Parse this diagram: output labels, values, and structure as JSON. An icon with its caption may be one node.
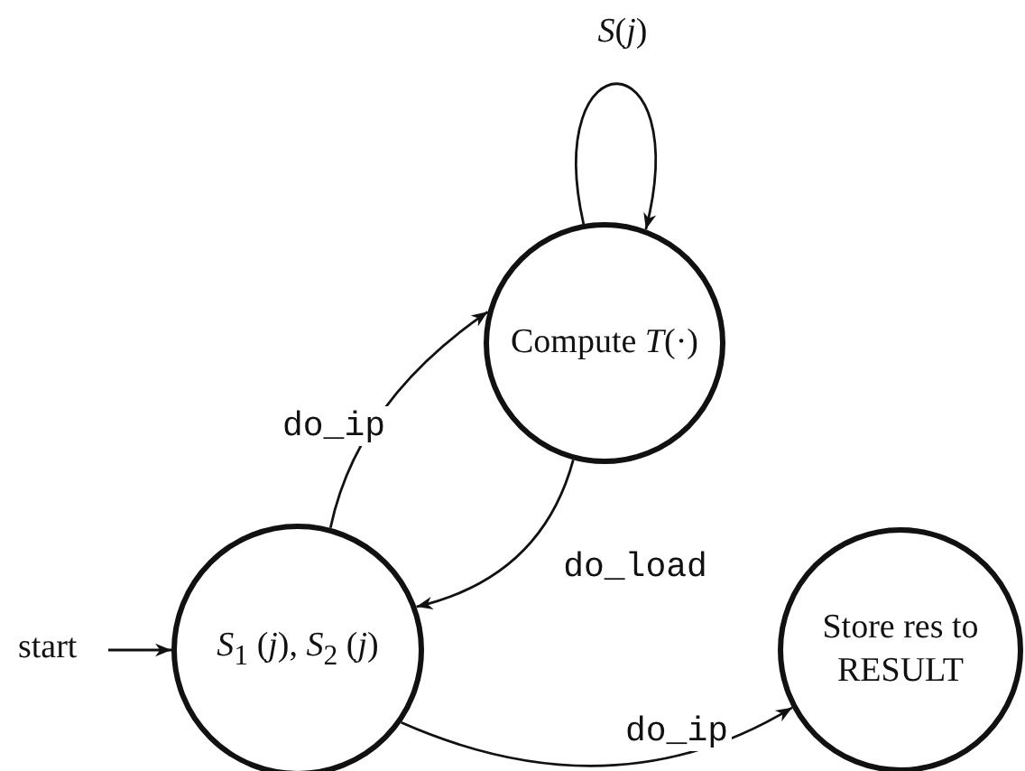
{
  "diagram": {
    "nodes": [
      {
        "text": [
          "Compute *T*(·)"
        ]
      },
      {
        "text": [
          "start"
        ]
      },
      {
        "text": [
          "*S*$_{1}$ (*j*), *S*$_{2}$ (*j*)"
        ]
      },
      {
        "text": [
          "Store res to RESULT"
        ]
      }
    ],
    "edges": [
      {
        "from": 0,
        "to": 0,
        "arrow": "to",
        "label": "*S*(*j*)"
      },
      {
        "from": 2,
        "to": 0,
        "arrow": "to",
        "label": "do_ip"
      },
      {
        "from": 0,
        "to": 2,
        "arrow": "to",
        "label": "do_load"
      },
      {
        "from": 1,
        "to": 2,
        "arrow": "to"
      },
      {
        "from": 2,
        "to": 3,
        "arrow": "to",
        "label": "do_ip"
      }
    ]
  }
}
